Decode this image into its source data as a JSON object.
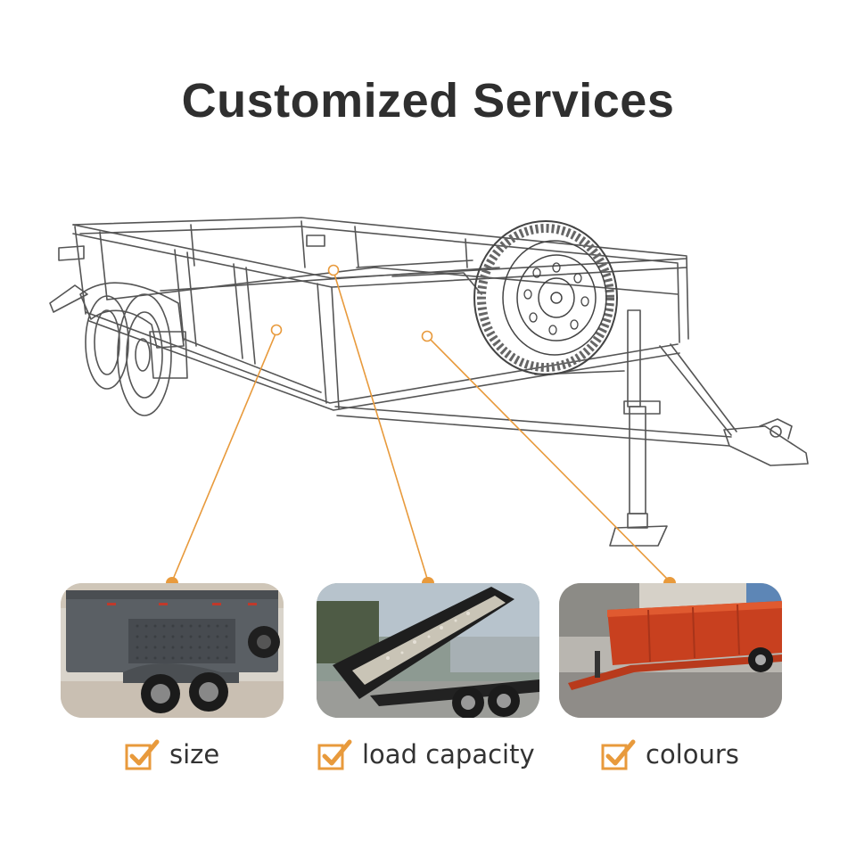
{
  "title": "Customized Services",
  "accent_color": "#e89a3c",
  "features": [
    {
      "label": "size",
      "icon": "checkbox-checked-icon",
      "photo": "dark-grey-dump-trailer"
    },
    {
      "label": "load capacity",
      "icon": "checkbox-checked-icon",
      "photo": "black-tipping-trailer-loaded-gravel"
    },
    {
      "label": "colours",
      "icon": "checkbox-checked-icon",
      "photo": "orange-red-trailer"
    }
  ]
}
